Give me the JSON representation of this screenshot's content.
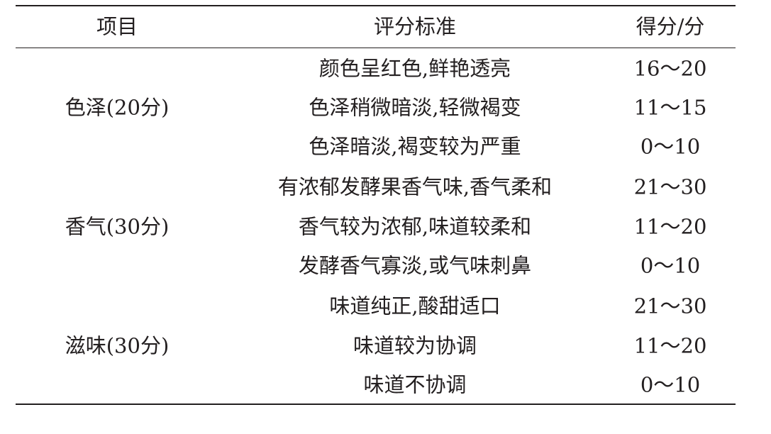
{
  "header": {
    "item": "项目",
    "criteria": "评分标准",
    "score": "得分/分"
  },
  "groups": [
    {
      "item": "色泽(20分)",
      "rows": [
        {
          "criteria": "颜色呈红色,鲜艳透亮",
          "score": "16～20"
        },
        {
          "criteria": "色泽稍微暗淡,轻微褐变",
          "score": "11～15"
        },
        {
          "criteria": "色泽暗淡,褐变较为严重",
          "score": "0～10"
        }
      ]
    },
    {
      "item": "香气(30分)",
      "rows": [
        {
          "criteria": "有浓郁发酵果香气味,香气柔和",
          "score": "21～30"
        },
        {
          "criteria": "香气较为浓郁,味道较柔和",
          "score": "11～20"
        },
        {
          "criteria": "发酵香气寡淡,或气味刺鼻",
          "score": "0～10"
        }
      ]
    },
    {
      "item": "滋味(30分)",
      "rows": [
        {
          "criteria": "味道纯正,酸甜适口",
          "score": "21～30"
        },
        {
          "criteria": "味道较为协调",
          "score": "11～20"
        },
        {
          "criteria": "味道不协调",
          "score": "0～10"
        }
      ]
    }
  ]
}
